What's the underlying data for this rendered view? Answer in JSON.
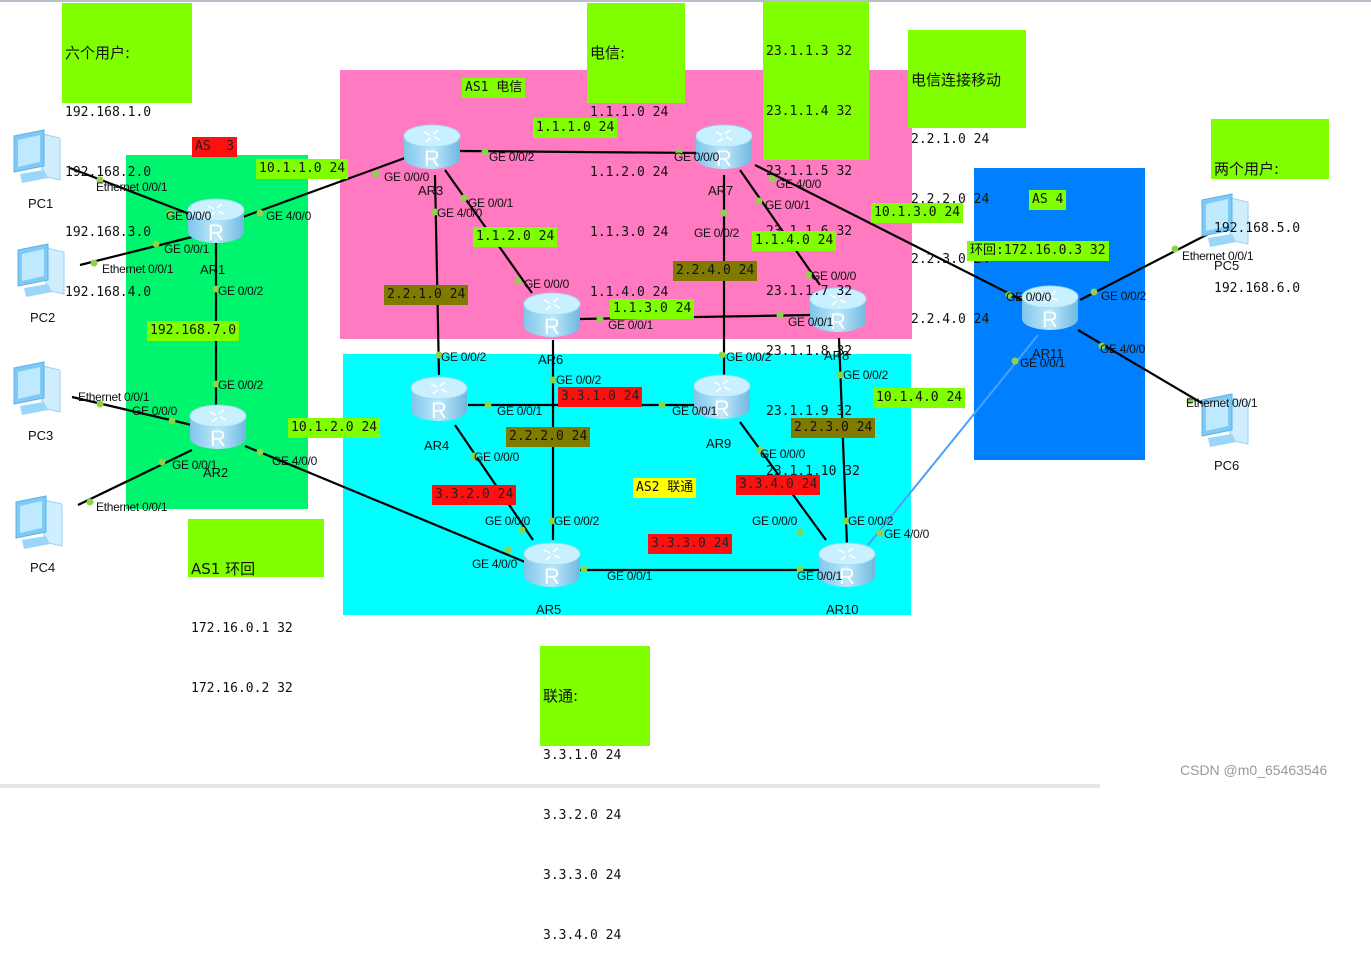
{
  "areas": {
    "as3": {
      "label": "AS  3"
    },
    "as1": {
      "label": "AS1 电信"
    },
    "as2": {
      "label": "AS2 联通"
    },
    "as4": {
      "label": "AS 4"
    }
  },
  "colors": {
    "as3": "#00f56e",
    "as1": "#ff7ac0",
    "as2": "#00ffff",
    "as4": "#0080ff",
    "label_green": "#80ff00",
    "label_olive": "#807a00",
    "label_red": "#ff1010",
    "label_yellow": "#ffff00",
    "port_dot": "#8bd44a",
    "link": "#000000",
    "link_blue": "#4aa0ff"
  },
  "notes": {
    "six_users": {
      "title": "六个用户:",
      "lines": [
        "192.168.1.0",
        "192.168.2.0",
        "192.168.3.0",
        "192.168.4.0"
      ]
    },
    "telecom": {
      "title": "电信:",
      "lines": [
        "1.1.1.0 24",
        "1.1.2.0 24",
        "1.1.3.0 24",
        "1.1.4.0 24"
      ]
    },
    "loopbacks23": {
      "lines": [
        "23.1.1.3 32",
        "23.1.1.4 32",
        "23.1.1.5 32",
        "23.1.1.6 32",
        "23.1.1.7 32",
        "23.1.1.8 32",
        "23.1.1.9 32",
        "23.1.1.10 32"
      ]
    },
    "telecom_mobile": {
      "title": "电信连接移动",
      "lines": [
        "2.2.1.0 24",
        "2.2.2.0 24",
        "2.2.3.0 24",
        "2.2.4.0 24"
      ]
    },
    "two_users": {
      "title": "两个用户:",
      "lines": [
        "192.168.5.0",
        "192.168.6.0"
      ]
    },
    "as1_loopback": {
      "title": "AS1 环回",
      "lines": [
        "172.16.0.1 32",
        "172.16.0.2 32"
      ]
    },
    "unicom": {
      "title": "联通:",
      "lines": [
        "3.3.1.0 24",
        "3.3.2.0 24",
        "3.3.3.0 24",
        "3.3.4.0 24"
      ]
    },
    "as4_loopback": {
      "text": "环回:172.16.0.3 32"
    }
  },
  "subnet_labels": {
    "n10_1_1": "10.1.1.0 24",
    "n10_1_2": "10.1.2.0 24",
    "n10_1_3": "10.1.3.0 24",
    "n10_1_4": "10.1.4.0 24",
    "n192_168_7": "192.168.7.0",
    "n1_1_1": "1.1.1.0 24",
    "n1_1_2": "1.1.2.0 24",
    "n1_1_3": "1.1.3.0 24",
    "n1_1_4": "1.1.4.0 24",
    "n2_2_1": "2.2.1.0 24",
    "n2_2_2": "2.2.2.0 24",
    "n2_2_3": "2.2.3.0 24",
    "n2_2_4": "2.2.4.0 24",
    "n3_3_1": "3.3.1.0 24",
    "n3_3_2": "3.3.2.0 24",
    "n3_3_3": "3.3.3.0 24",
    "n3_3_4": "3.3.4.0 24"
  },
  "devices": {
    "routers": [
      "AR1",
      "AR2",
      "AR3",
      "AR4",
      "AR5",
      "AR6",
      "AR7",
      "AR8",
      "AR9",
      "AR10",
      "AR11"
    ],
    "pcs": [
      "PC1",
      "PC2",
      "PC3",
      "PC4",
      "PC5",
      "PC6"
    ]
  },
  "interfaces": {
    "eth": "Ethernet 0/0/1",
    "ge000": "GE 0/0/0",
    "ge001": "GE 0/0/1",
    "ge002": "GE 0/0/2",
    "ge400": "GE 4/0/0"
  },
  "watermark": "CSDN @m0_65463546"
}
